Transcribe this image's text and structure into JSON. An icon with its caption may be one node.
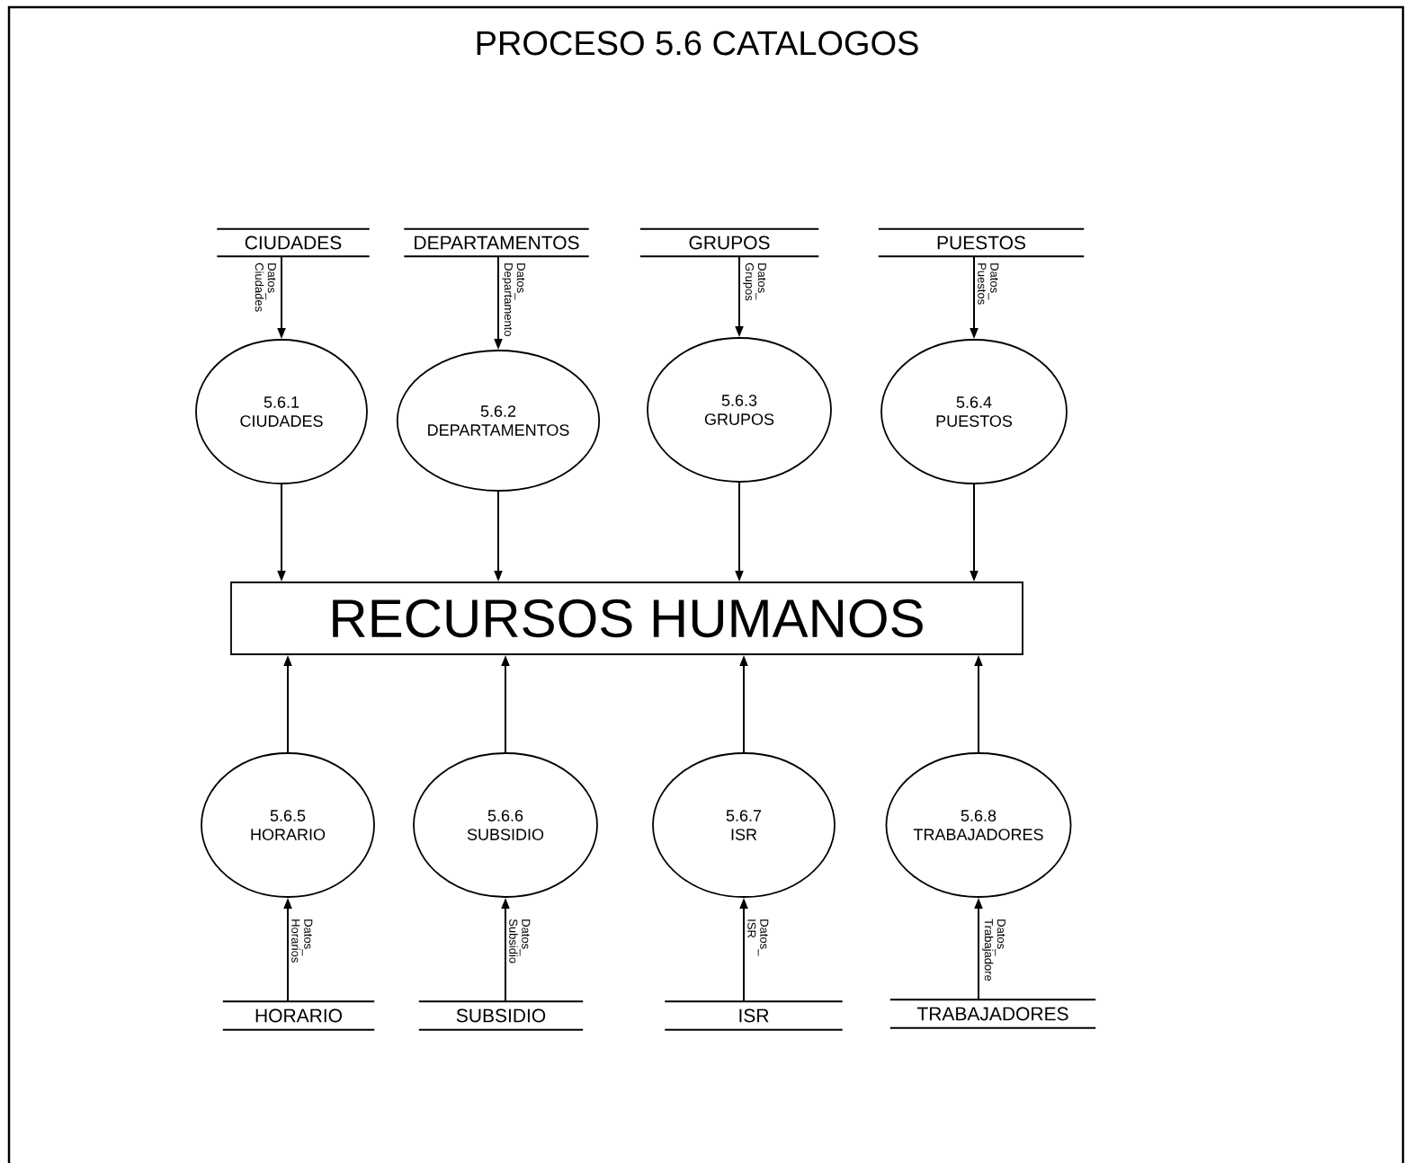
{
  "diagram": {
    "title": "PROCESO 5.6 CATALOGOS",
    "nodes": [
      {
        "text": [
          "CIUDADES"
        ]
      },
      {
        "text": [
          "DEPARTAMENTOS"
        ]
      },
      {
        "text": [
          "GRUPOS"
        ]
      },
      {
        "text": [
          "PUESTOS"
        ]
      },
      {
        "text": [
          "5.6.1",
          "CIUDADES"
        ]
      },
      {
        "text": [
          "5.6.2",
          "DEPARTAMENTOS"
        ]
      },
      {
        "text": [
          "5.6.3",
          "GRUPOS"
        ]
      },
      {
        "text": [
          "5.6.4",
          "PUESTOS"
        ]
      },
      {
        "text": [
          "RECURSOS HUMANOS"
        ]
      },
      {
        "text": [
          "5.6.5",
          "HORARIO"
        ]
      },
      {
        "text": [
          "5.6.6",
          "SUBSIDIO"
        ]
      },
      {
        "text": [
          "5.6.7",
          "ISR"
        ]
      },
      {
        "text": [
          "5.6.8",
          "TRABAJADORES"
        ]
      },
      {
        "text": [
          "HORARIO"
        ]
      },
      {
        "text": [
          "SUBSIDIO"
        ]
      },
      {
        "text": [
          "ISR"
        ]
      },
      {
        "text": [
          "TRABAJADORES"
        ]
      }
    ],
    "edges": [
      {
        "from": 0,
        "to": 4,
        "arrow": "to",
        "label": "Datos_ Ciudades"
      },
      {
        "from": 1,
        "to": 5,
        "arrow": "to",
        "label": "Datos_ Departamento"
      },
      {
        "from": 2,
        "to": 6,
        "arrow": "to",
        "label": "Datos_ Grupos"
      },
      {
        "from": 3,
        "to": 7,
        "arrow": "to",
        "label": "Datos_ Puestos"
      },
      {
        "from": 4,
        "to": 8,
        "arrow": "to"
      },
      {
        "from": 5,
        "to": 8,
        "arrow": "to"
      },
      {
        "from": 6,
        "to": 8,
        "arrow": "to"
      },
      {
        "from": 7,
        "to": 8,
        "arrow": "to"
      },
      {
        "from": 9,
        "to": 8,
        "arrow": "to"
      },
      {
        "from": 10,
        "to": 8,
        "arrow": "to"
      },
      {
        "from": 11,
        "to": 8,
        "arrow": "to"
      },
      {
        "from": 12,
        "to": 8,
        "arrow": "to"
      },
      {
        "from": 13,
        "to": 9,
        "arrow": "to",
        "label": "Datos_ Horarios"
      },
      {
        "from": 14,
        "to": 10,
        "arrow": "to",
        "label": "Datos_ Subsidio"
      },
      {
        "from": 15,
        "to": 11,
        "arrow": "to",
        "label": "Datos_ ISR"
      },
      {
        "from": 16,
        "to": 12,
        "arrow": "to",
        "label": "Datos_ Trabajadore"
      }
    ]
  }
}
